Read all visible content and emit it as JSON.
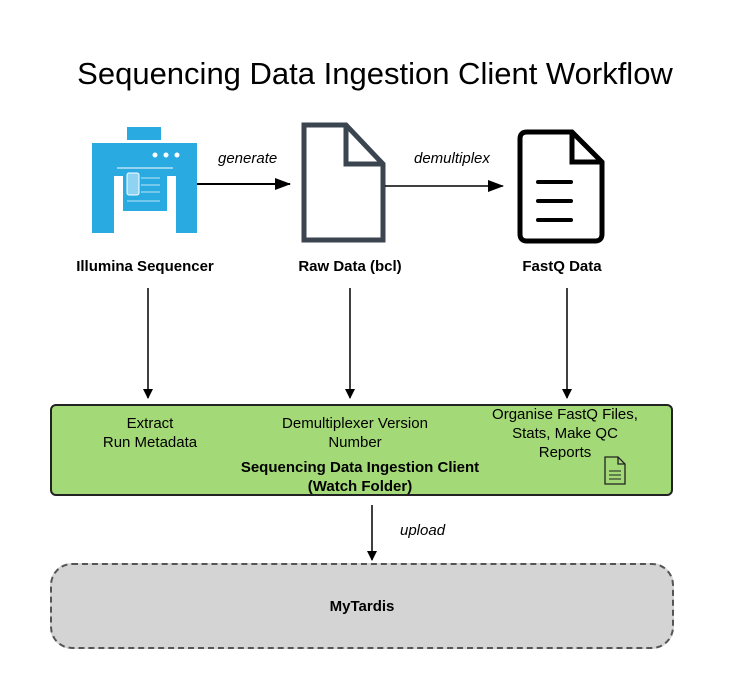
{
  "title": "Sequencing Data Ingestion Client Workflow",
  "nodes": {
    "sequencer": {
      "label": "Illumina Sequencer",
      "icon": "sequencer-icon",
      "color": "#29aae1"
    },
    "raw": {
      "label": "Raw Data (bcl)",
      "icon": "document-icon"
    },
    "fastq": {
      "label": "FastQ Data",
      "icon": "text-document-icon"
    }
  },
  "edges": {
    "generate": "generate",
    "demultiplex": "demultiplex",
    "upload": "upload"
  },
  "client": {
    "step1_line1": "Extract",
    "step1_line2": "Run Metadata",
    "step2_line1": "Demultiplexer Version",
    "step2_line2": "Number",
    "step3_line1": "Organise FastQ Files,",
    "step3_line2": "Stats, Make QC",
    "step3_line3": "Reports",
    "name_line1": "Sequencing Data Ingestion Client",
    "name_line2": "(Watch Folder)",
    "color": "#a3d977"
  },
  "target": {
    "label": "MyTardis",
    "color": "#d4d4d4"
  }
}
